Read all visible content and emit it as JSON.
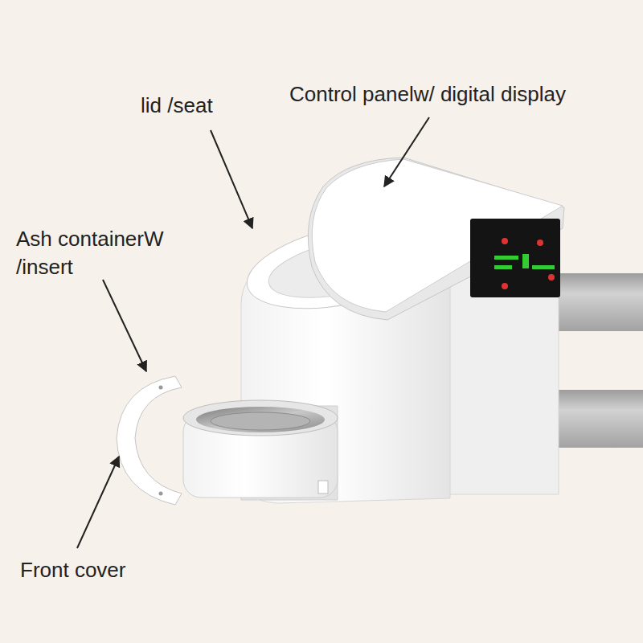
{
  "diagram": {
    "labels": [
      "lid /seat",
      "Control panelw/ digital display",
      "Ash containerW /insert",
      "Front cover"
    ]
  }
}
